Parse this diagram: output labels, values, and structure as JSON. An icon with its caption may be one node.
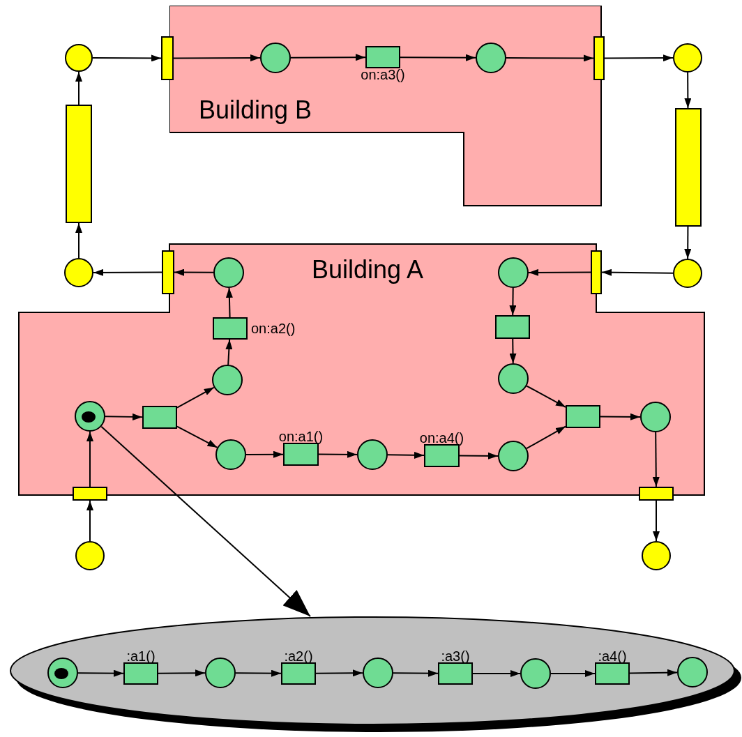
{
  "diagram": {
    "nodes": [
      {
        "text": [],
        "shape": "circle"
      },
      {
        "text": [],
        "shape": "bar"
      },
      {
        "text": [
          "Building B"
        ]
      },
      {
        "text": [],
        "shape": "circle",
        "in": 2
      },
      {
        "text": [],
        "shape": "box",
        "in": 2,
        "beside": [
          "on:a3()"
        ]
      },
      {
        "text": [],
        "shape": "circle",
        "in": 2
      },
      {
        "text": [],
        "shape": "bar"
      },
      {
        "text": [],
        "shape": "circle"
      },
      {
        "text": [],
        "shape": "bar"
      },
      {
        "text": [],
        "shape": "bar"
      },
      {
        "text": [],
        "shape": "circle"
      },
      {
        "text": [],
        "shape": "bar"
      },
      {
        "text": [
          "Building A"
        ]
      },
      {
        "text": [],
        "shape": "circle",
        "in": 12
      },
      {
        "text": [],
        "shape": "circle",
        "in": 12
      },
      {
        "text": [],
        "shape": "bar"
      },
      {
        "text": [],
        "shape": "circle"
      },
      {
        "text": [],
        "shape": "box",
        "in": 12,
        "beside": [
          "on:a2()"
        ]
      },
      {
        "text": [],
        "shape": "box",
        "in": 12
      },
      {
        "text": [],
        "shape": "circle",
        "in": 12
      },
      {
        "text": [],
        "shape": "circle",
        "in": 12
      },
      {
        "text": [],
        "shape": "circle",
        "in": 12
      },
      {
        "text": [],
        "shape": "box",
        "in": 12
      },
      {
        "text": [],
        "shape": "box",
        "in": 12
      },
      {
        "text": [],
        "shape": "circle",
        "in": 12
      },
      {
        "text": [],
        "shape": "circle",
        "in": 12
      },
      {
        "text": [],
        "shape": "box",
        "in": 12,
        "beside": [
          "on:a1()"
        ]
      },
      {
        "text": [],
        "shape": "circle",
        "in": 12
      },
      {
        "text": [],
        "shape": "box",
        "in": 12,
        "beside": [
          "on:a4()"
        ]
      },
      {
        "text": [],
        "shape": "circle",
        "in": 12
      },
      {
        "text": [],
        "shape": "bar"
      },
      {
        "text": [],
        "shape": "bar"
      },
      {
        "text": [],
        "shape": "circle"
      },
      {
        "text": [],
        "shape": "circle"
      },
      {
        "text": [],
        "shape": "ellipse"
      },
      {
        "text": [],
        "shape": "circle",
        "in": 34
      },
      {
        "text": [],
        "shape": "box",
        "in": 34,
        "beside": [
          ":a1()"
        ]
      },
      {
        "text": [],
        "shape": "circle",
        "in": 34
      },
      {
        "text": [],
        "shape": "box",
        "in": 34,
        "beside": [
          ":a2()"
        ]
      },
      {
        "text": [],
        "shape": "circle",
        "in": 34
      },
      {
        "text": [],
        "shape": "box",
        "in": 34,
        "beside": [
          ":a3()"
        ]
      },
      {
        "text": [],
        "shape": "circle",
        "in": 34
      },
      {
        "text": [],
        "shape": "box",
        "in": 34,
        "beside": [
          ":a4()"
        ]
      },
      {
        "text": [],
        "shape": "circle",
        "in": 34
      }
    ],
    "edges": [
      {
        "from": 0,
        "to": 1,
        "arrow": "to"
      },
      {
        "from": 1,
        "to": 3,
        "arrow": "to"
      },
      {
        "from": 3,
        "to": 4,
        "arrow": "to"
      },
      {
        "from": 4,
        "to": 5,
        "arrow": "to"
      },
      {
        "from": 5,
        "to": 6,
        "arrow": "to"
      },
      {
        "from": 6,
        "to": 7,
        "arrow": "to"
      },
      {
        "from": 7,
        "to": 9,
        "arrow": "to"
      },
      {
        "from": 9,
        "to": 16,
        "arrow": "to"
      },
      {
        "from": 16,
        "to": 15,
        "arrow": "to"
      },
      {
        "from": 15,
        "to": 14,
        "arrow": "to"
      },
      {
        "from": 14,
        "to": 18,
        "arrow": "to"
      },
      {
        "from": 18,
        "to": 20,
        "arrow": "to"
      },
      {
        "from": 20,
        "to": 23,
        "arrow": "to"
      },
      {
        "from": 23,
        "to": 24,
        "arrow": "to"
      },
      {
        "from": 24,
        "to": 31,
        "arrow": "to"
      },
      {
        "from": 31,
        "to": 33,
        "arrow": "to"
      },
      {
        "from": 32,
        "to": 30,
        "arrow": "to"
      },
      {
        "from": 30,
        "to": 21,
        "arrow": "to"
      },
      {
        "from": 21,
        "to": 22,
        "arrow": "to"
      },
      {
        "from": 22,
        "to": 19,
        "arrow": "to"
      },
      {
        "from": 22,
        "to": 25,
        "arrow": "to"
      },
      {
        "from": 19,
        "to": 17,
        "arrow": "to"
      },
      {
        "from": 17,
        "to": 13,
        "arrow": "to"
      },
      {
        "from": 13,
        "to": 11,
        "arrow": "to"
      },
      {
        "from": 11,
        "to": 10,
        "arrow": "to"
      },
      {
        "from": 10,
        "to": 8,
        "arrow": "to"
      },
      {
        "from": 8,
        "to": 0,
        "arrow": "to"
      },
      {
        "from": 25,
        "to": 26,
        "arrow": "to"
      },
      {
        "from": 26,
        "to": 27,
        "arrow": "to"
      },
      {
        "from": 27,
        "to": 28,
        "arrow": "to"
      },
      {
        "from": 28,
        "to": 29,
        "arrow": "to"
      },
      {
        "from": 29,
        "to": 23,
        "arrow": "to"
      },
      {
        "from": 21,
        "to": 34,
        "arrow": "to"
      },
      {
        "from": 35,
        "to": 36,
        "arrow": "to"
      },
      {
        "from": 36,
        "to": 37,
        "arrow": "to"
      },
      {
        "from": 37,
        "to": 38,
        "arrow": "to"
      },
      {
        "from": 38,
        "to": 39,
        "arrow": "to"
      },
      {
        "from": 39,
        "to": 40,
        "arrow": "to"
      },
      {
        "from": 40,
        "to": 41,
        "arrow": "to"
      },
      {
        "from": 41,
        "to": 42,
        "arrow": "to"
      },
      {
        "from": 42,
        "to": 43,
        "arrow": "to"
      }
    ]
  }
}
